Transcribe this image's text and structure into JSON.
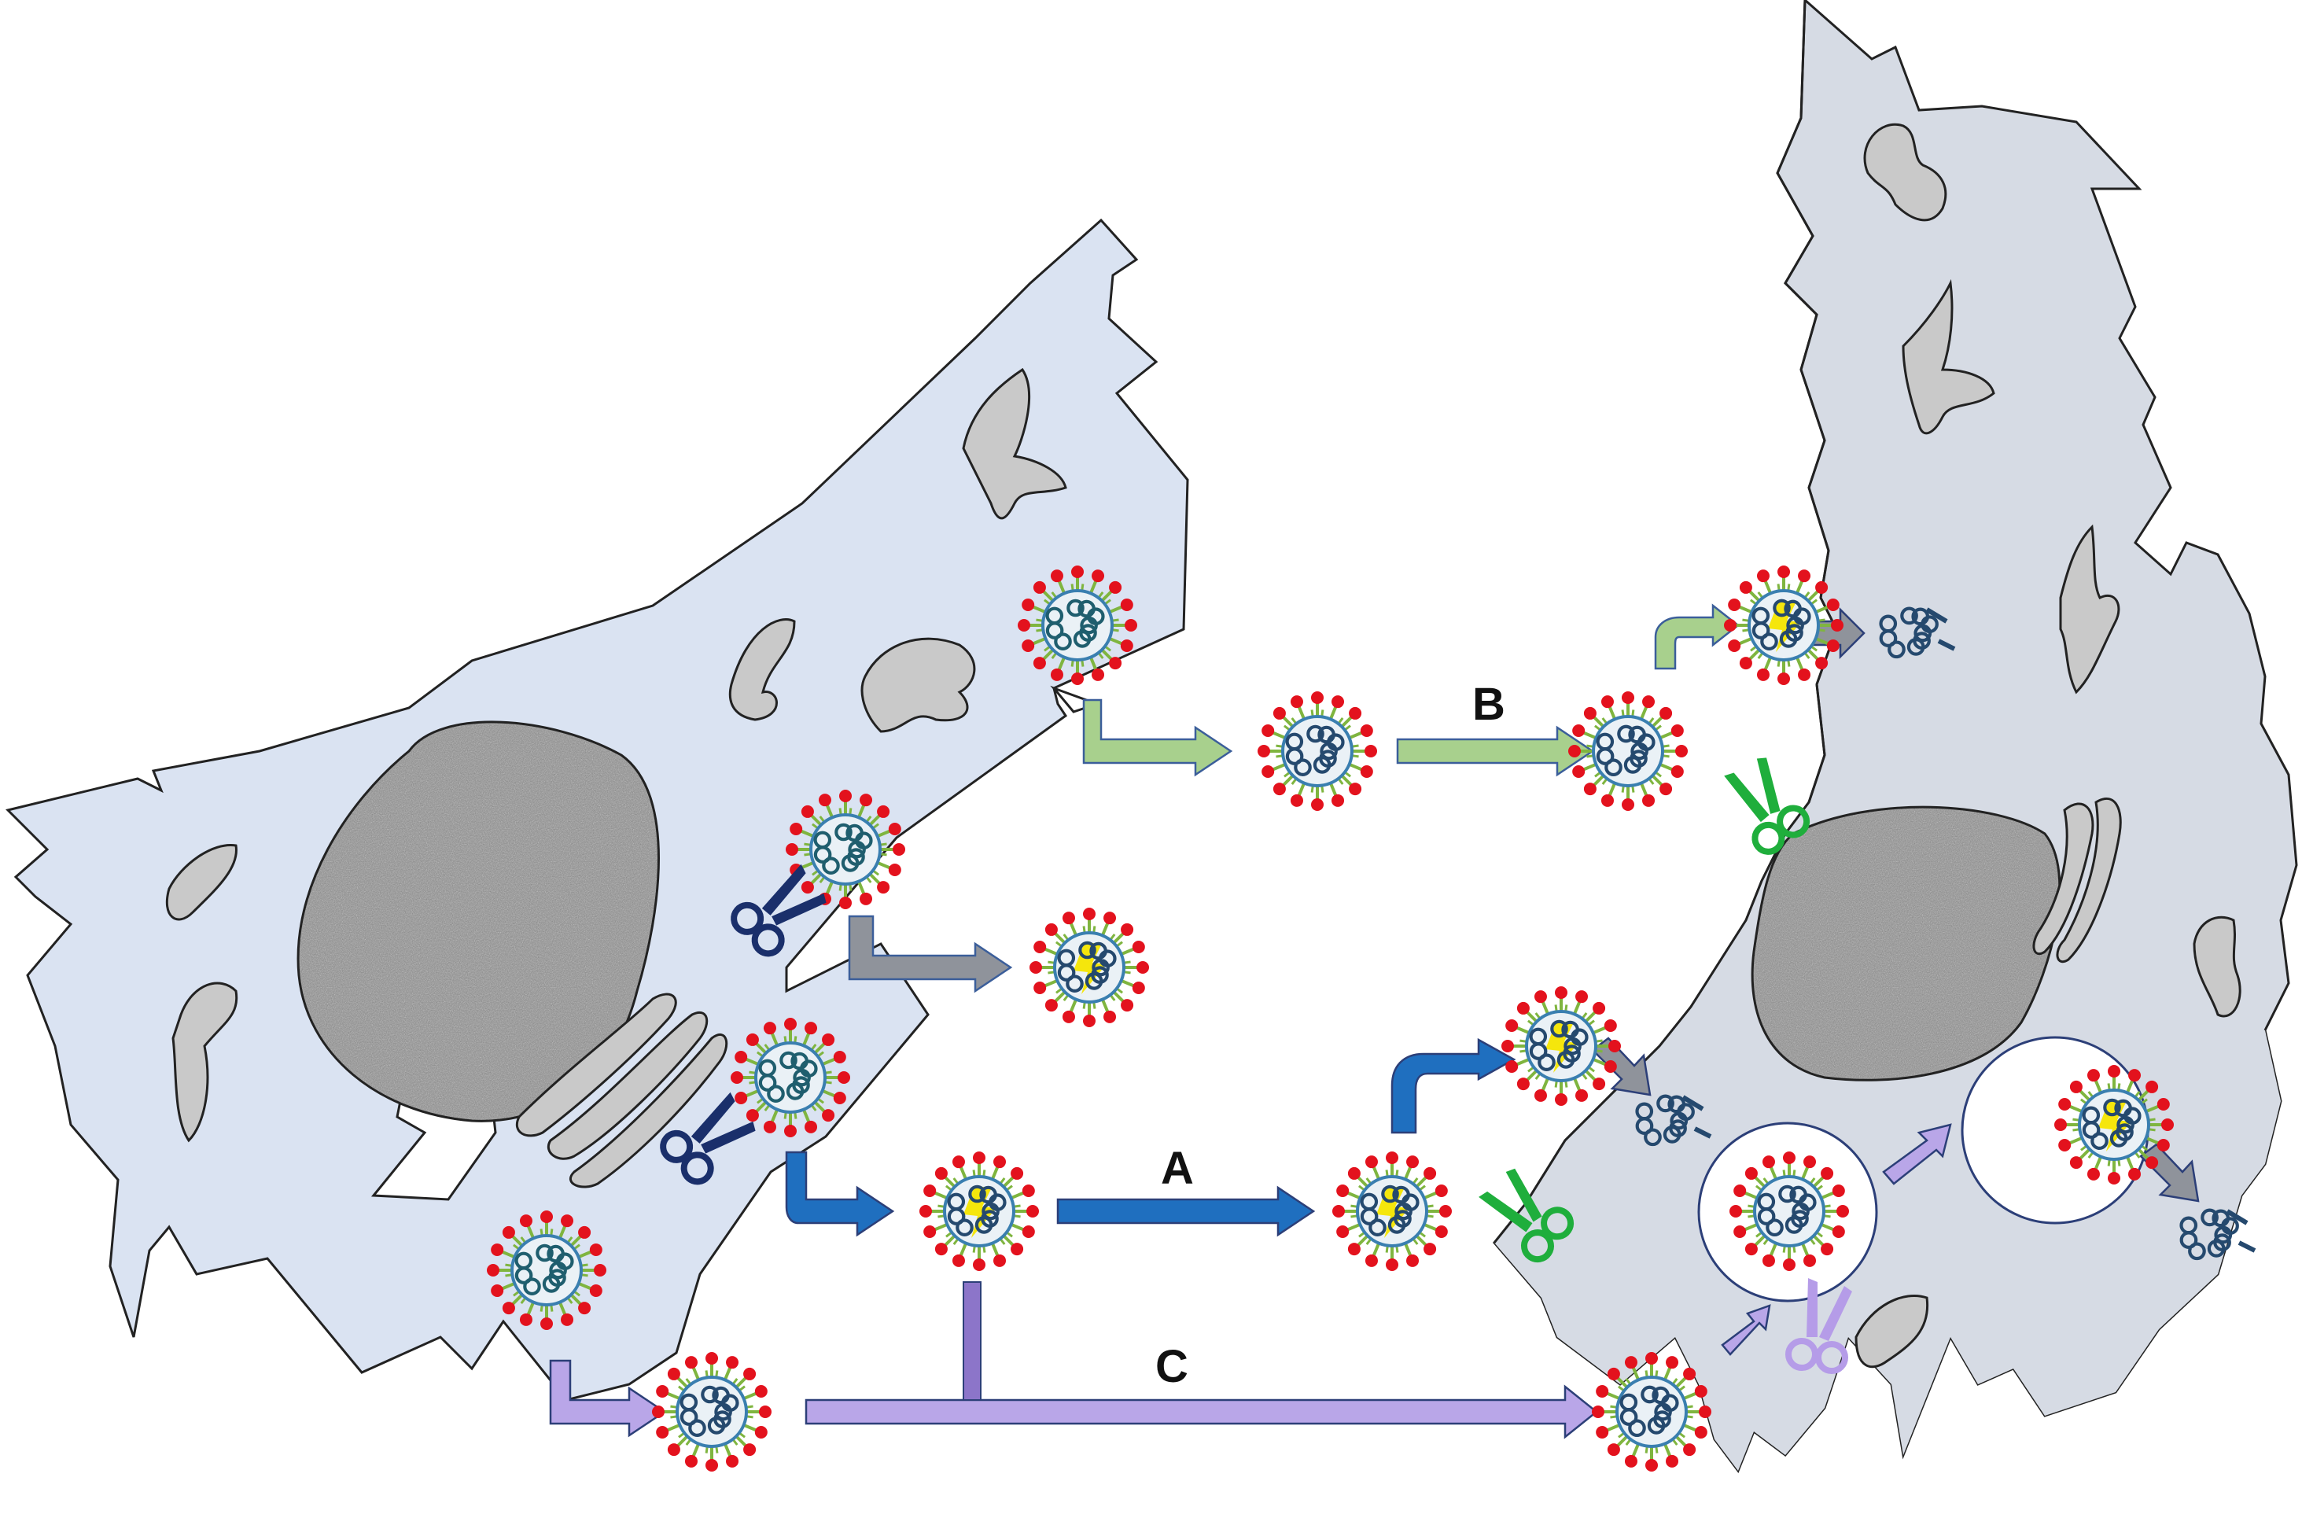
{
  "pathway_labels": {
    "a": "A",
    "b": "B",
    "c": "C"
  },
  "colors": {
    "producer_cell": "#dae3f2",
    "target_cell": "#d6dbe4",
    "cell_outline": "#222222",
    "organelle": "#c9c9c9",
    "nucleus": "#8e8e8e",
    "virus_spike": "#e3121d",
    "virus_stem": "#7fb53f",
    "virus_envelope": "#3a7fb0",
    "genome": "#25496e",
    "genome_alt": "#1f5e6e",
    "genome_yellow": "#f5e60c",
    "pathway_a_arrow": "#1f6fbf",
    "pathway_b_arrow": "#a8d08d",
    "pathway_c_arrow": "#b9a6e8",
    "grey_arrow": "#8f939b",
    "scissors_dark": "#1a2f6b",
    "scissors_green": "#1fae3c",
    "scissors_lilac": "#b59ce8",
    "endosome": "#ffffff"
  }
}
